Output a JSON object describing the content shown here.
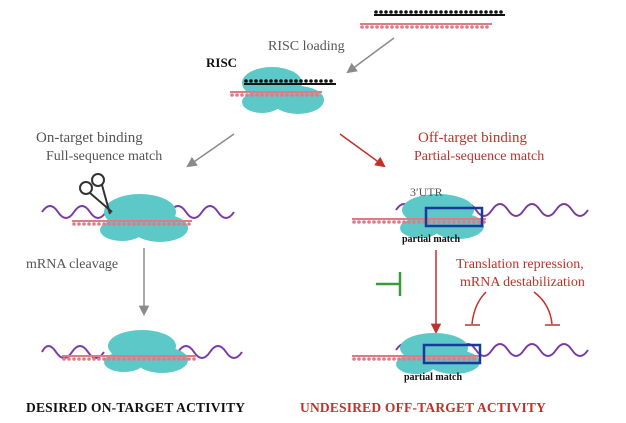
{
  "labels": {
    "risc": "RISC",
    "risc_loading": "RISC loading",
    "on_target_title": "On-target binding",
    "on_target_subtitle": "Full-sequence match",
    "off_target_title": "Off-target binding",
    "off_target_subtitle": "Partial-sequence match",
    "utr": "3′UTR",
    "partial_match_1": "partial match",
    "partial_match_2": "partial match",
    "mrna_cleavage": "mRNA cleavage",
    "effect_line1": "Translation repression,",
    "effect_line2": "mRNA destabilization",
    "desired": "DESIRED ON-TARGET ACTIVITY",
    "undesired": "UNDESIRED OFF-TARGET ACTIVITY"
  },
  "colors": {
    "risc_fill": "#5cc8c8",
    "mrna": "#7a3aa8",
    "guide_strand": "#e07a86",
    "passenger_strand": "#111111",
    "off_target_accent": "#c0312b",
    "inhibit_green": "#3a9a3a",
    "match_box": "#1a3a9a",
    "arrow_gray": "#8a8a8a"
  }
}
